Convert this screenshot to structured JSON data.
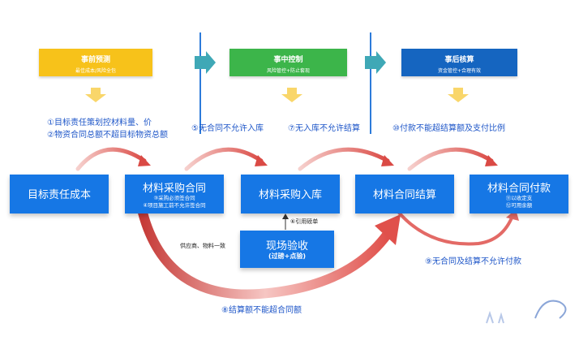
{
  "phases": [
    {
      "title": "事前预测",
      "subtitle": "最佳成本/风险全包",
      "color": "#F7C21A"
    },
    {
      "title": "事中控制",
      "subtitle": "风险管控+防止套现",
      "color": "#3CB54A"
    },
    {
      "title": "事后核算",
      "subtitle": "资金管控+合理有效",
      "color": "#1565C0"
    }
  ],
  "notes": {
    "n1_line1": "①目标责任策划控材料量、价",
    "n1_line2": "②物资合同总额不超目标物资总额",
    "n5": "⑤无合同不允许入库",
    "n7": "⑦无入库不允许结算",
    "n10": "⑩付款不能超结算额及支付比例",
    "n9": "⑨无合同及结算不允许付款",
    "n8": "⑧结算额不能超合同额"
  },
  "boxes": {
    "target_cost": "目标责任成本",
    "purchase_contract": "材料采购合同",
    "purchase_contract_sub1": "③采购必须签合同",
    "purchase_contract_sub2": "④项目施工前不允许签合同",
    "stock_in": "材料采购入库",
    "contract_settle": "材料合同结算",
    "contract_pay": "材料合同付款",
    "contract_pay_sub1": "⑪以收定支",
    "contract_pay_sub2": "⑫可用余额",
    "site_accept": "现场验收",
    "site_accept_sub": "(过磅+点验)"
  },
  "labels": {
    "ref_bill": "⑥引用磅单",
    "supplier_match": "供应商、物料一致"
  },
  "colors": {
    "accent_blue": "#1677E5",
    "note_blue": "#1E56C8",
    "arrow_yellow": "#F9D66A",
    "arrow_teal": "#3FA8B6",
    "curve_red": "#E0504B"
  },
  "icons": [
    "down-arrow-icon",
    "right-arrow-icon",
    "curved-arrow-icon"
  ]
}
